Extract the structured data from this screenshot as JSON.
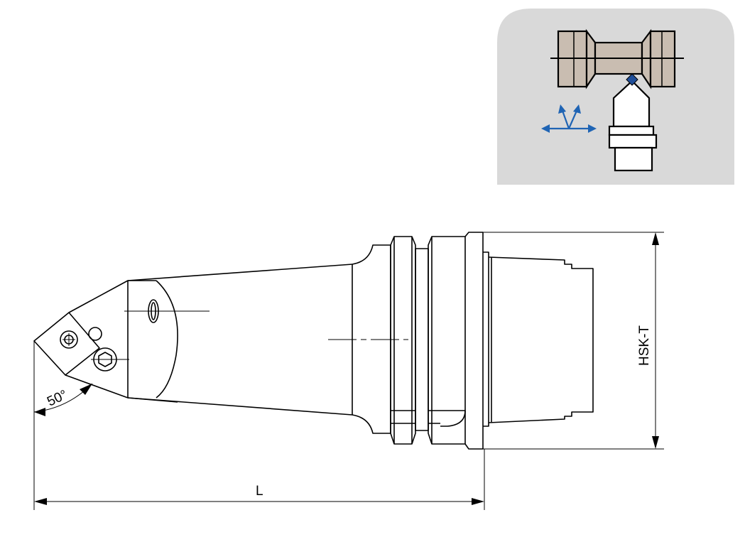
{
  "drawing": {
    "angle_label": "50°",
    "length_label": "L",
    "height_label": "HSK-T"
  },
  "inset": {
    "icon": "turning-operation-pictogram",
    "background_color": "#d9d9d9",
    "workpiece_color": "#c9bdb1",
    "insert_color": "#1f4e99",
    "arrow_color": "#1f64b4"
  },
  "colors": {
    "line": "#000000",
    "background": "#ffffff"
  }
}
